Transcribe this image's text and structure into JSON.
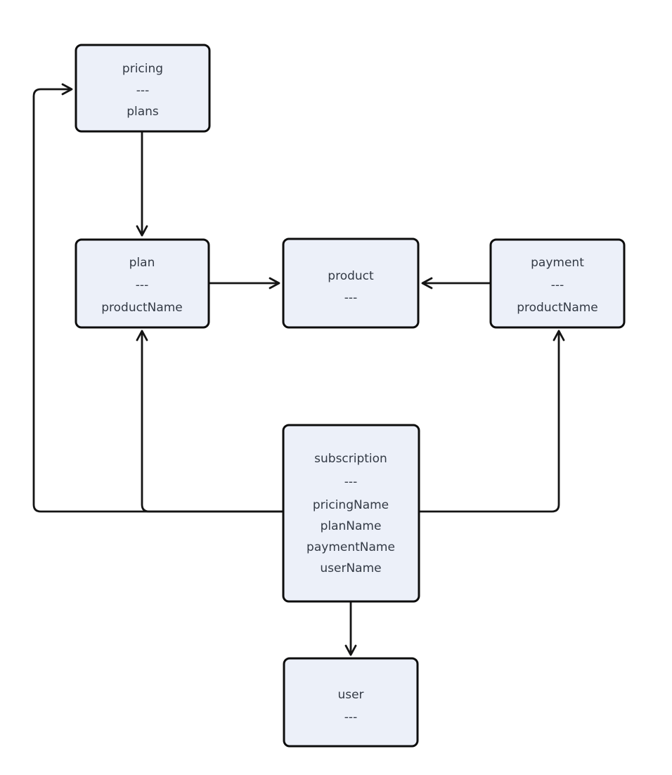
{
  "diagram": {
    "type": "flowchart",
    "nodes": [
      {
        "id": "pricing",
        "lines": [
          "pricing",
          "---",
          "plans"
        ]
      },
      {
        "id": "plan",
        "lines": [
          "plan",
          "---",
          "productName"
        ]
      },
      {
        "id": "product",
        "lines": [
          "product",
          "---"
        ]
      },
      {
        "id": "payment",
        "lines": [
          "payment",
          "---",
          "productName"
        ]
      },
      {
        "id": "subscription",
        "lines": [
          "subscription",
          "---",
          "pricingName",
          "planName",
          "paymentName",
          "userName"
        ]
      },
      {
        "id": "user",
        "lines": [
          "user",
          "---"
        ]
      }
    ],
    "edges": [
      {
        "from": "pricing",
        "to": "plan"
      },
      {
        "from": "plan",
        "to": "product"
      },
      {
        "from": "payment",
        "to": "product"
      },
      {
        "from": "subscription",
        "to": "pricing"
      },
      {
        "from": "subscription",
        "to": "plan"
      },
      {
        "from": "subscription",
        "to": "payment"
      },
      {
        "from": "subscription",
        "to": "user"
      }
    ]
  },
  "theme": {
    "background": "#ffffff",
    "node_fill": "#ecf0f9",
    "node_border": "#0d0d0d",
    "edge_color": "#141414",
    "text_color": "#333a45"
  }
}
